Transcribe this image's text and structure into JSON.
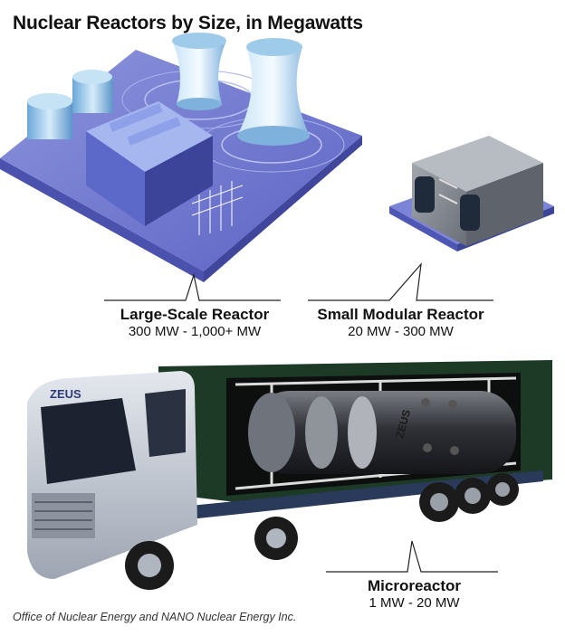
{
  "title": "Nuclear Reactors by Size, in Megawatts",
  "reactors": [
    {
      "name": "Large-Scale Reactor",
      "range": "300 MW - 1,000+ MW"
    },
    {
      "name": "Small Modular Reactor",
      "range": "20 MW - 300 MW"
    },
    {
      "name": "Microreactor",
      "range": "1 MW - 20 MW"
    }
  ],
  "illustration_text": {
    "cab_logo": "ZEUS",
    "vessel_logo": "ZEUS"
  },
  "credit": "Office of Nuclear Energy and NANO Nuclear Energy Inc."
}
